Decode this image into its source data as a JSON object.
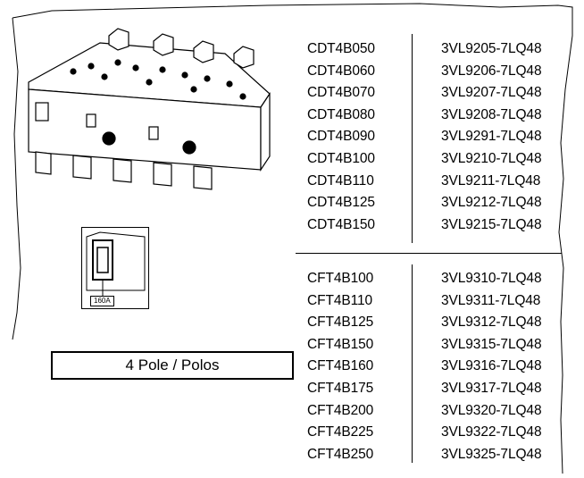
{
  "table_top": {
    "rows": [
      {
        "left": "CDT4B050",
        "right": "3VL9205-7LQ48"
      },
      {
        "left": "CDT4B060",
        "right": "3VL9206-7LQ48"
      },
      {
        "left": "CDT4B070",
        "right": "3VL9207-7LQ48"
      },
      {
        "left": "CDT4B080",
        "right": "3VL9208-7LQ48"
      },
      {
        "left": "CDT4B090",
        "right": "3VL9291-7LQ48"
      },
      {
        "left": "CDT4B100",
        "right": "3VL9210-7LQ48"
      },
      {
        "left": "CDT4B110",
        "right": "3VL9211-7LQ48"
      },
      {
        "left": "CDT4B125",
        "right": "3VL9212-7LQ48"
      },
      {
        "left": "CDT4B150",
        "right": "3VL9215-7LQ48"
      }
    ]
  },
  "table_bottom": {
    "rows": [
      {
        "left": "CFT4B100",
        "right": "3VL9310-7LQ48"
      },
      {
        "left": "CFT4B110",
        "right": "3VL9311-7LQ48"
      },
      {
        "left": "CFT4B125",
        "right": "3VL9312-7LQ48"
      },
      {
        "left": "CFT4B150",
        "right": "3VL9315-7LQ48"
      },
      {
        "left": "CFT4B160",
        "right": "3VL9316-7LQ48"
      },
      {
        "left": "CFT4B175",
        "right": "3VL9317-7LQ48"
      },
      {
        "left": "CFT4B200",
        "right": "3VL9320-7LQ48"
      },
      {
        "left": "CFT4B225",
        "right": "3VL9322-7LQ48"
      },
      {
        "left": "CFT4B250",
        "right": "3VL9325-7LQ48"
      }
    ]
  },
  "pole_label": "4 Pole / Polos",
  "rating_label": "160A"
}
